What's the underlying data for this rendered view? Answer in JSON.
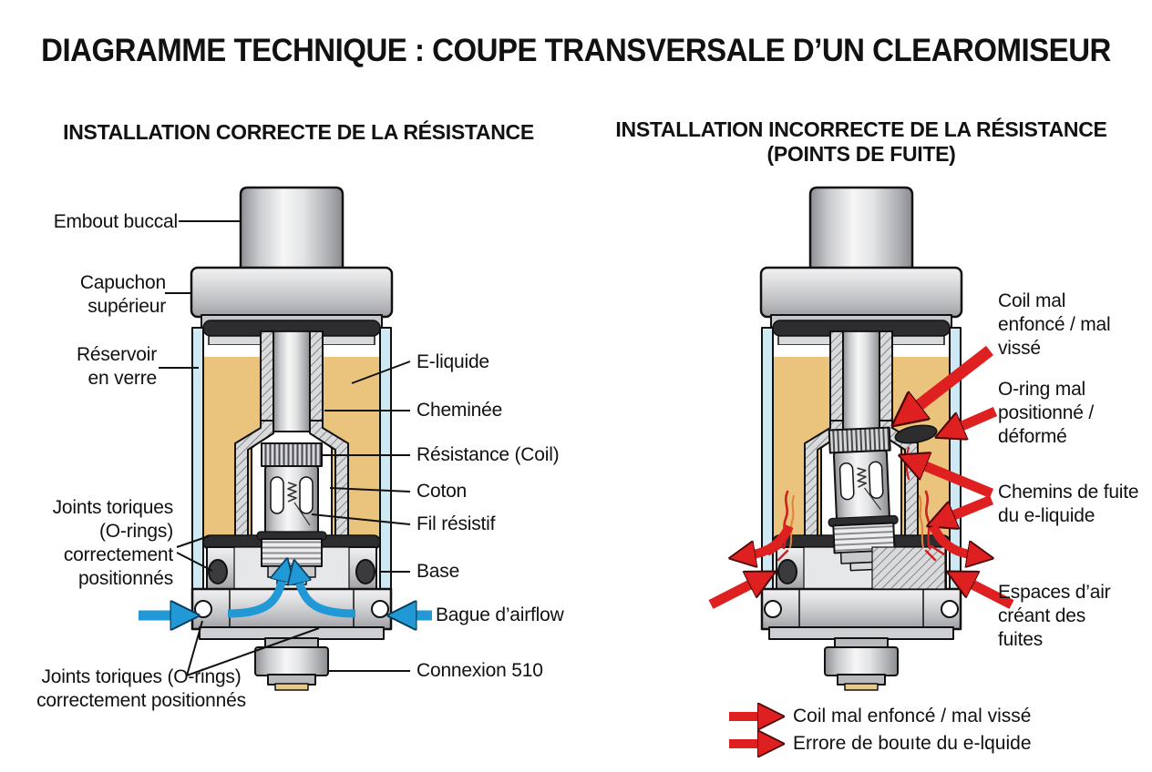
{
  "title": "DIAGRAMME TECHNIQUE : COUPE TRANSVERSALE D’UN CLEAROMISEUR",
  "left_panel": {
    "subtitle": "INSTALLATION CORRECTE DE LA RÉSISTANCE",
    "labels": {
      "embout_buccal": "Embout buccal",
      "capuchon_superieur": "Capuchon supérieur",
      "reservoir_en_verre": "Réservoir en verre",
      "joints_toriques_haut": "Joints toriques (O-rings) correctement positionnés",
      "joints_toriques_bas": "Joints toriques (O-rings) correctement positionnés",
      "e_liquide": "E-liquide",
      "cheminee": "Cheminée",
      "resistance_coil": "Résistance (Coil)",
      "coton": "Coton",
      "fil_resistif": "Fil résistif",
      "base": "Base",
      "bague_airflow": "Bague d’airflow",
      "connexion_510": "Connexion 510"
    }
  },
  "right_panel": {
    "subtitle_line1": "INSTALLATION INCORRECTE  DE LA RÉSISTANCE",
    "subtitle_line2": "(POINTS DE FUITE)",
    "labels": {
      "coil_mal": "Coil mal enfoncé / mal vissé",
      "oring_mal": "O-ring mal positionné / déformé",
      "chemins_fuite": "Chemins de fuite du e-liquide",
      "espaces_air": "Espaces d’air créant des fuites"
    }
  },
  "legend": {
    "items": [
      {
        "icon": "red-leak-arrow",
        "label": "Coil mal enfoncé / mal vissé"
      },
      {
        "icon": "red-leak-arrow",
        "label": "Errore de bouıte du e-lquide"
      }
    ]
  },
  "colors": {
    "background": "#FFFFFF",
    "text": "#111111",
    "e_liquid": "#EAC47C",
    "glass": "#CFE9F4",
    "metal_light": "#F2F2F3",
    "metal_dark": "#8B8C90",
    "o_ring": "#2D2D2F",
    "airflow_arrow": "#2199D6",
    "leak_arrow": "#DF2020",
    "connector_pad": "#E7C98E"
  }
}
